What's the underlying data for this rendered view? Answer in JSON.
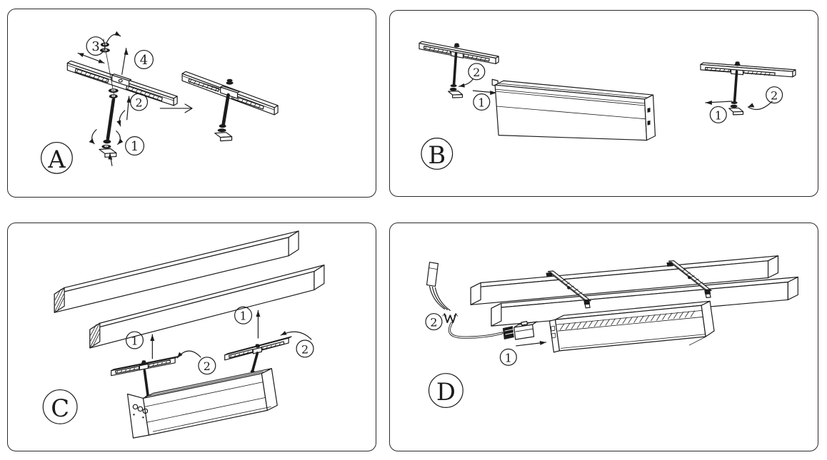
{
  "colors": {
    "line": "#1c1c1c",
    "background": "#ffffff",
    "panel_border": "#2b2b2b"
  },
  "panels": {
    "a": {
      "label": "A",
      "step1": "1",
      "step2": "2",
      "step3": "3",
      "step4": "4"
    },
    "b": {
      "label": "B",
      "left_step1": "1",
      "left_step2": "2",
      "right_step1": "1",
      "right_step2": "2"
    },
    "c": {
      "label": "C",
      "left_step1": "1",
      "mid_step2": "2",
      "right_step1": "1",
      "right_step2": "2"
    },
    "d": {
      "label": "D",
      "step1": "1",
      "step2": "2"
    }
  }
}
